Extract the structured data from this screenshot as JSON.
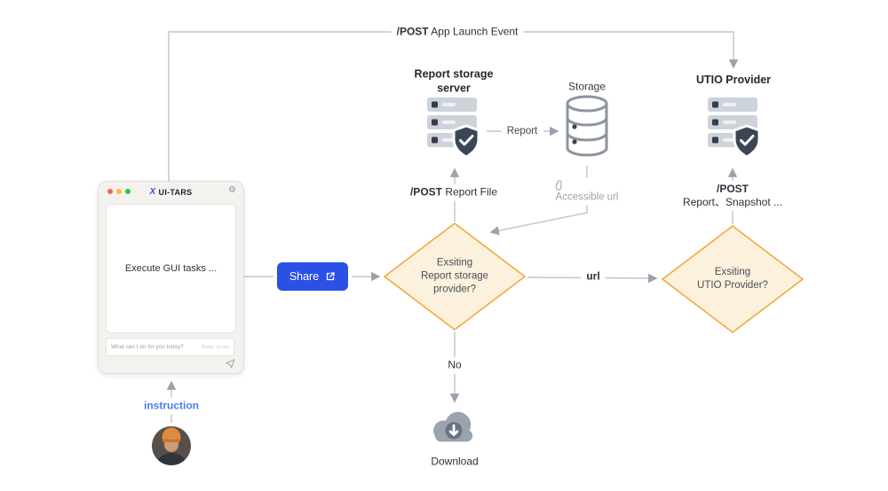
{
  "colors": {
    "accent_blue": "#2b50e5",
    "diamond_border": "#f2a83f",
    "diamond_fill": "#fcf1dd",
    "connector_gray": "#bfc5cb",
    "instruction_blue": "#4a7cf0"
  },
  "flow": {
    "app_launch": {
      "bold": "/POST",
      "rest": " App Launch Event"
    },
    "report": "Report",
    "post_report_file": {
      "bold": "/POST",
      "rest": " Report File"
    },
    "accessible_url": "Accessible url",
    "post_utio": {
      "bold": "/POST",
      "rest": "Report、Snapshot ..."
    },
    "url": "url",
    "no": "No"
  },
  "nodes": {
    "report_server": {
      "line1": "Report storage",
      "line2": "server"
    },
    "storage": "Storage",
    "utio_provider": "UTIO Provider",
    "diamond_report": {
      "line1": "Exsiting",
      "line2": "Report storage",
      "line3": "provider?"
    },
    "diamond_utio": {
      "line1": "Exsiting",
      "line2": "UTIO Provider?"
    },
    "download": "Download",
    "instruction": "instruction"
  },
  "app_window": {
    "logo": "X",
    "title": "UI-TARS",
    "content": "Execute GUI tasks ...",
    "placeholder": "What can I do for you today?",
    "hint": "'Enter' to run"
  },
  "icons": {
    "gear": "⚙"
  },
  "share": {
    "label": "Share"
  }
}
